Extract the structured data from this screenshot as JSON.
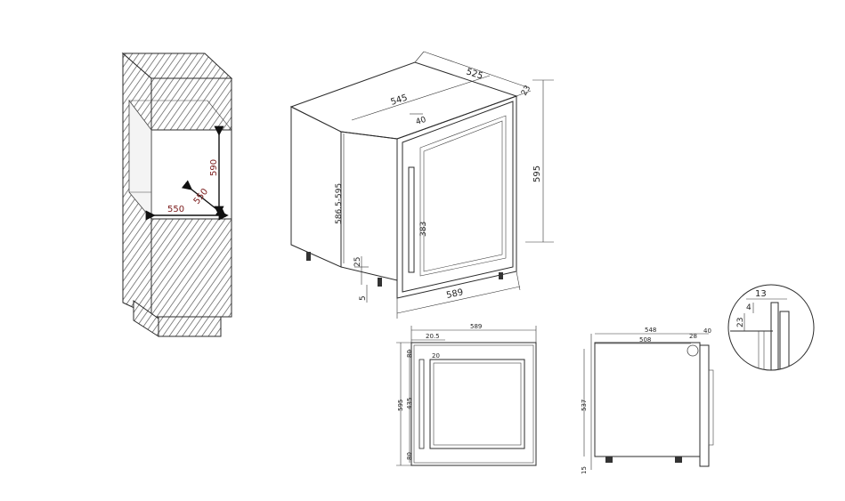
{
  "colors": {
    "line": "#2b2b2b",
    "accent_text": "#7a1a1a",
    "background": "#ffffff"
  },
  "niche": {
    "height": "590",
    "depth": "550",
    "width": "550"
  },
  "iso": {
    "width_depth": "525",
    "top_depth": "545",
    "door_offset": "23",
    "door_depth": "40",
    "height": "595",
    "height_range": "586.5-595",
    "inner_height": "383",
    "foot_height": "25",
    "foot_small": "5",
    "width": "589"
  },
  "front": {
    "width": "589",
    "left_edge": "20.5",
    "top_gap": "20",
    "top_margin": "80",
    "height": "595",
    "inner": "435",
    "bottom_margin": "80"
  },
  "side": {
    "depth_total": "548",
    "depth_body": "508",
    "depth_a": "28",
    "depth_b": "40",
    "height": "537",
    "foot": "15"
  },
  "detail": {
    "d13": "13",
    "d4": "4",
    "d23": "23"
  }
}
